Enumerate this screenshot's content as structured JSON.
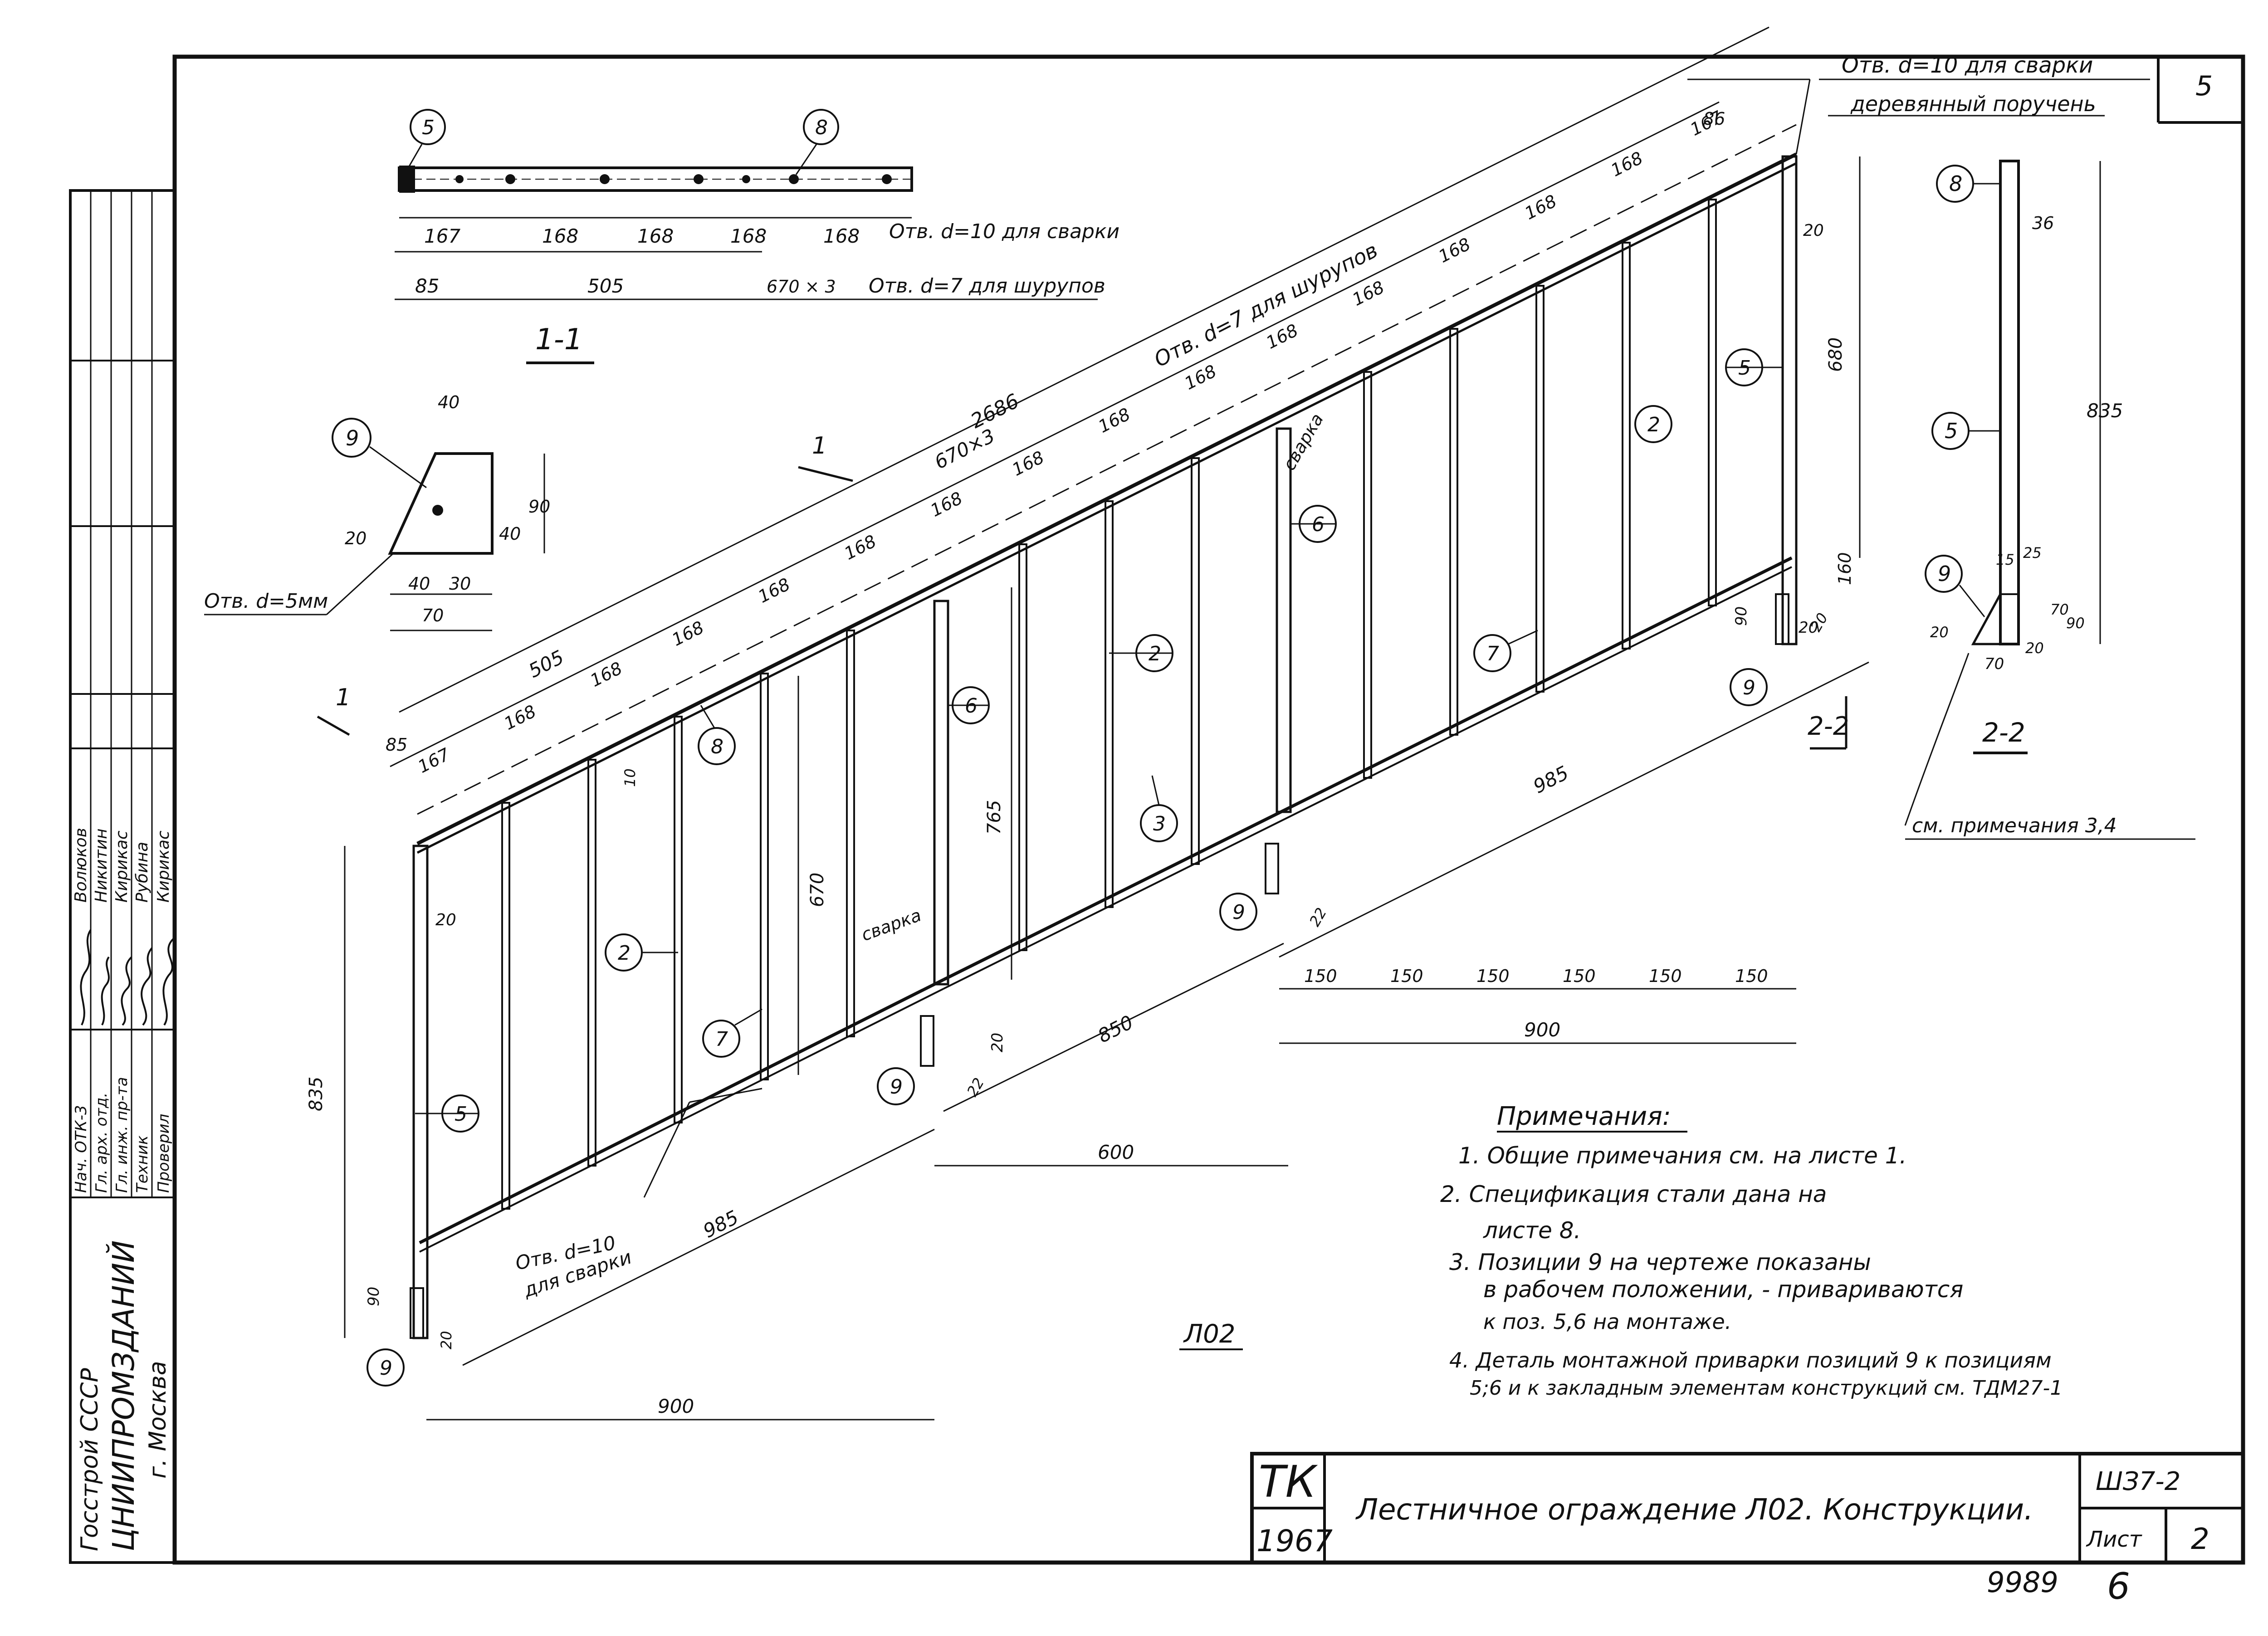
{
  "sheet_number": "5",
  "ink_color": "#111111",
  "paper_color": "#ffffff",
  "left_stamp": {
    "org1": "Госстрой СССР",
    "org2": "ЦНИИПРОМЗДАНИЙ",
    "city": "г. Москва",
    "roles": [
      "Нач. ОТК-3",
      "Гл. арх. отд.",
      "Гл. инж. пр-та",
      "Техник",
      "Проверил"
    ],
    "names": [
      "Волюков",
      "Никитин",
      "Кирикас",
      "Рубина",
      "Кирикас"
    ]
  },
  "title_block": {
    "org": "ТК",
    "year": "1967",
    "title": "Лестничное ограждение Л02. Конструкции.",
    "series": "ШЗ7-2",
    "sheet_label": "Лист",
    "sheet_no": "2",
    "inventory": "9989",
    "inventory_suffix": "6"
  },
  "section_1_1": {
    "label": "1-1",
    "dims_top": [
      "167",
      "168",
      "168",
      "168",
      "168"
    ],
    "dims_bottom": [
      "85",
      "505",
      "670 × 3"
    ],
    "note_weld": "Отв. d=10 для сварки",
    "note_screw": "Отв. d=7 для шурупов",
    "callouts": [
      "5",
      "8"
    ]
  },
  "detail_9": {
    "callout": "9",
    "dims": [
      "40",
      "20",
      "40",
      "90",
      "40",
      "30",
      "70"
    ],
    "hole_note": "Отв. d=5мм"
  },
  "section_2_2": {
    "label": "2-2",
    "dims": [
      "36",
      "835",
      "15",
      "25",
      "70",
      "90",
      "20",
      "20",
      "70"
    ],
    "callouts": [
      "8",
      "5",
      "9"
    ],
    "note": "см. примечания 3,4"
  },
  "main_view": {
    "top_notes": [
      "Отв. d=10 для сварки",
      "деревянный поручень"
    ],
    "rail_dims": [
      "86",
      "167",
      "168",
      "168",
      "168",
      "168",
      "168",
      "168",
      "168",
      "168",
      "168",
      "168",
      "168",
      "168",
      "168",
      "168",
      "167",
      "85"
    ],
    "overall_dims": [
      "2686",
      "670×3",
      "505"
    ],
    "screw_note": "Отв. d=7 для шурупов",
    "weld_labels": [
      "сварка",
      "сварка"
    ],
    "weld_hole_note": [
      "Отв. d=10",
      "для сварки"
    ],
    "vertical_dims": [
      "835",
      "20",
      "20",
      "680",
      "160",
      "20",
      "670",
      "765",
      "10",
      "90",
      "20",
      "22",
      "22",
      "20",
      "90",
      "20"
    ],
    "bottom_dims": [
      "985",
      "985",
      "850",
      "600",
      "900",
      "900",
      "150",
      "150",
      "150",
      "150",
      "150",
      "150"
    ],
    "callouts": [
      "1",
      "1",
      "2",
      "2",
      "2",
      "2",
      "3",
      "5",
      "5",
      "6",
      "6",
      "7",
      "7",
      "8",
      "9",
      "9",
      "9",
      "9"
    ],
    "mark": "Л02"
  },
  "notes": {
    "heading": "Примечания:",
    "items": [
      "1. Общие примечания см. на листе 1.",
      "2. Спецификация стали дана на",
      "листе 8.",
      "3. Позиции 9 на чертеже показаны",
      "в рабочем положении, - привариваются",
      "к поз. 5,6 на монтаже.",
      "4. Деталь монтажной приварки позиций 9 к позициям",
      "5;6 и к закладным элементам конструкций см. ТДМ27-1"
    ]
  }
}
